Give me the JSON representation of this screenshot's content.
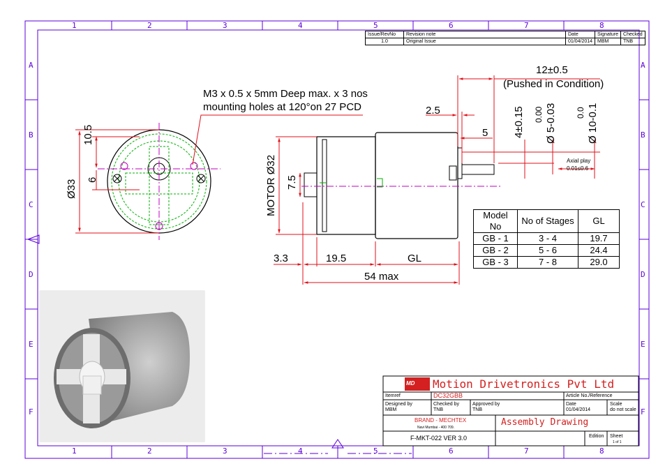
{
  "zones": {
    "cols_top": [
      "1",
      "2",
      "3",
      "4",
      "5",
      "6",
      "7",
      "8"
    ],
    "cols_bottom": [
      "1",
      "2",
      "3",
      "4",
      "5",
      "6",
      "7",
      "8"
    ],
    "rows_left": [
      "A",
      "B",
      "C",
      "D",
      "E",
      "F"
    ],
    "rows_right": [
      "A",
      "B",
      "C",
      "D",
      "E",
      "F"
    ]
  },
  "revision_table": {
    "headers": [
      "Issue/RevNo",
      "Revision note",
      "Date",
      "Signature",
      "Checked"
    ],
    "row": [
      "1.0",
      "Original Issue",
      "01/04/2014",
      "MBM",
      "TNB"
    ]
  },
  "annotations": {
    "mounting_line1": "M3 x 0.5 x 5mm Deep max. x 3 nos",
    "mounting_line2": "mounting holes at 120°on 27 PCD",
    "dim_10_5": "10.5",
    "dim_6": "6",
    "dim_phi33": "Ø33",
    "dim_motor_phi32": "MOTOR Ø32",
    "dim_7_5": "7.5",
    "dim_2_5": "2.5",
    "dim_5": "5",
    "dim_12": "12±0.5",
    "dim_pushed": "(Pushed in Condition)",
    "dim_4": "4±0.15",
    "dim_phi5": "Ø 5-0.03",
    "dim_phi5_tol": "0.00",
    "dim_phi10": "Ø 10-0.1",
    "dim_phi10_tol": "0.0",
    "axial_play": "Axial play",
    "axial_play_val": "0.01≤0.6",
    "dim_3_3": "3.3",
    "dim_19_5": "19.5",
    "dim_gl": "GL",
    "dim_54": "54 max"
  },
  "gl_table": {
    "headers": [
      "Model No",
      "No of Stages",
      "GL"
    ],
    "rows": [
      [
        "GB - 1",
        "3 - 4",
        "19.7"
      ],
      [
        "GB - 2",
        "5 - 6",
        "24.4"
      ],
      [
        "GB - 3",
        "7 - 8",
        "29.0"
      ]
    ]
  },
  "title_block": {
    "company": "Motion Drivetronics Pvt Ltd",
    "logo_text": "MD",
    "itemref_label": "Itemref",
    "itemref_value": "DC32GBB",
    "article_label": "Article No./Reference",
    "designed_label": "Designed by",
    "designed_value": "MBM",
    "checked_label": "Checked by",
    "checked_value": "TNB",
    "approved_label": "Approved by",
    "approved_value": "TNB",
    "date_label": "Date",
    "date_value": "01/04/2014",
    "scale_label": "Scale",
    "scale_value": "do not scale",
    "brand_line1": "BRAND - MECHTEX",
    "brand_line2": "Navi Mumbai - 400 709.",
    "drawing_type": "Assembly Drawing",
    "form_no": "F-MKT-022 VER 3.0",
    "edition_label": "Edition",
    "sheet_label": "Sheet",
    "sheet_value": "1 of 1"
  },
  "colors": {
    "frame": "#5b00d8",
    "dimension": "#e0101a",
    "hidden_lines": "#00b000",
    "centerline": "#c000c0",
    "brand": "#d42020"
  }
}
